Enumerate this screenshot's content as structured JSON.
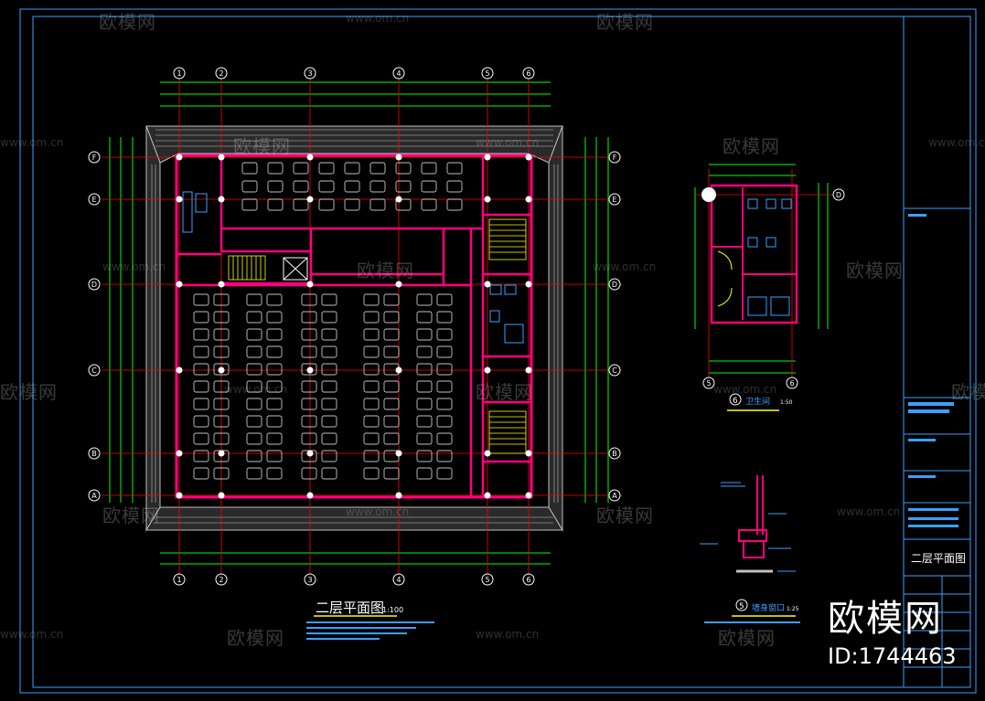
{
  "drawing": {
    "main_title": "二层平面图",
    "main_scale": "1:100",
    "detail6_number": "6",
    "detail6_title": "卫生间",
    "detail6_scale": "1:50",
    "detail5_number": "5",
    "detail5_title": "墙身窗口",
    "detail5_scale": "1:25",
    "sheet_title": "二层平面图",
    "axes_x": [
      "1",
      "2",
      "3",
      "4",
      "5",
      "6"
    ],
    "axes_y": [
      "A",
      "B",
      "C",
      "D",
      "E",
      "F"
    ],
    "axes_detail_x": [
      "5",
      "6"
    ],
    "axes_detail_y": [
      "D"
    ]
  },
  "watermark": {
    "brand": "欧模网",
    "url": "www.om.cn",
    "id": "ID:1744463"
  },
  "colors": {
    "background": "#000000",
    "wall": "#ff0080",
    "grid": "#ff0000",
    "dimension": "#00ff00",
    "furniture": "#ffffff",
    "border": "#3aa0ff",
    "hatch": "#c0c0c0",
    "stair": "#ffff00",
    "annotation": "#3aa0ff"
  }
}
